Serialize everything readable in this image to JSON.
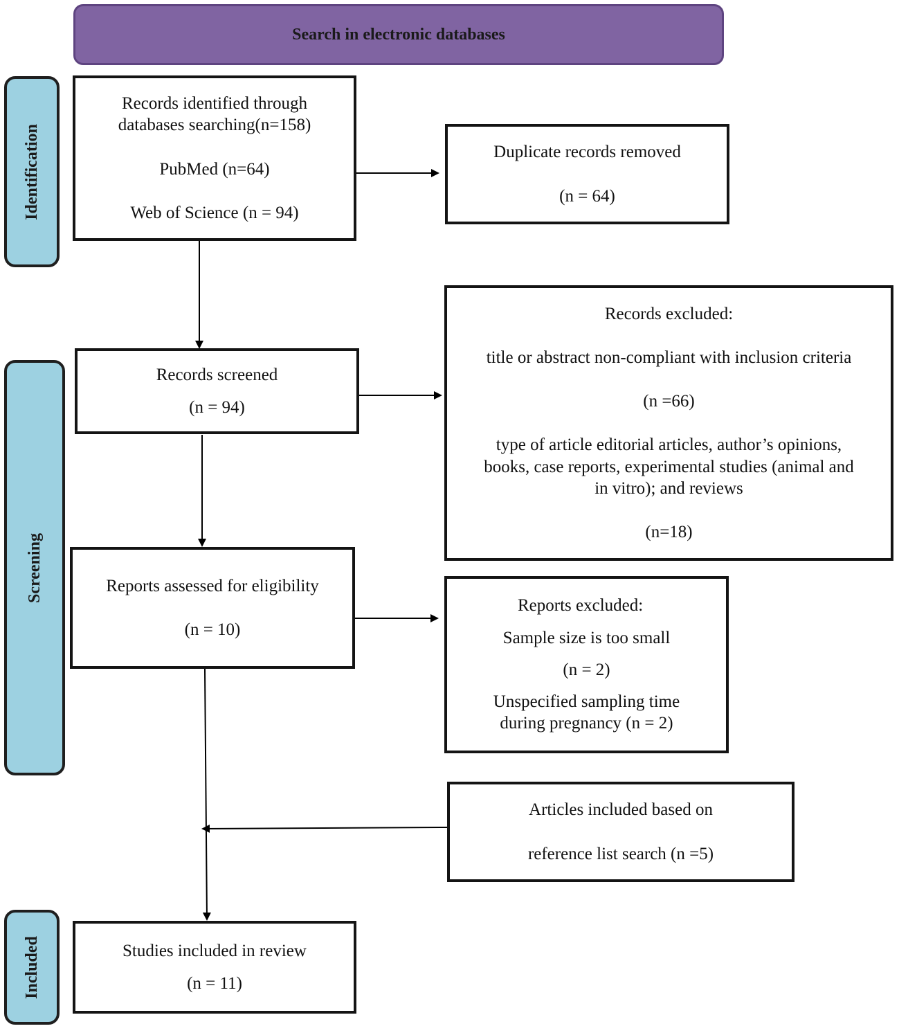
{
  "header": {
    "label": "Search in electronic databases"
  },
  "stages": {
    "identification": "Identification",
    "screening": "Screening",
    "included": "Included"
  },
  "identified": {
    "line1": "Records identified through",
    "line2": "databases searching(n=158)",
    "pubmed": "PubMed (n=64)",
    "wos": "Web of Science (n = 94)"
  },
  "duplicates": {
    "label": "Duplicate records removed",
    "count": "(n = 64)"
  },
  "screened": {
    "label": "Records screened",
    "count": "(n = 94)"
  },
  "excluded_records": {
    "title": "Records excluded:",
    "reason1": "title or abstract non-compliant with inclusion criteria",
    "count1": "(n =66)",
    "reason2_line1": "type of article editorial articles, author’s opinions,",
    "reason2_line2": "books, case reports, experimental studies (animal and",
    "reason2_line3": "in vitro); and reviews",
    "count2": "(n=18)"
  },
  "eligibility": {
    "label": "Reports assessed for eligibility",
    "count": "(n = 10)"
  },
  "excluded_reports": {
    "title": "Reports excluded:",
    "reason1": "Sample size is too small",
    "count1": "(n = 2)",
    "reason2_line1": "Unspecified sampling time",
    "reason2_line2": "during pregnancy (n = 2)"
  },
  "reference": {
    "line1": "Articles included based on",
    "line2": "reference list search (n =5)"
  },
  "included": {
    "label": "Studies included in review",
    "count": "(n = 11)"
  },
  "colors": {
    "header_fill": "#8064a2",
    "stage_fill": "#9dd1e1",
    "box_border": "#141414"
  }
}
